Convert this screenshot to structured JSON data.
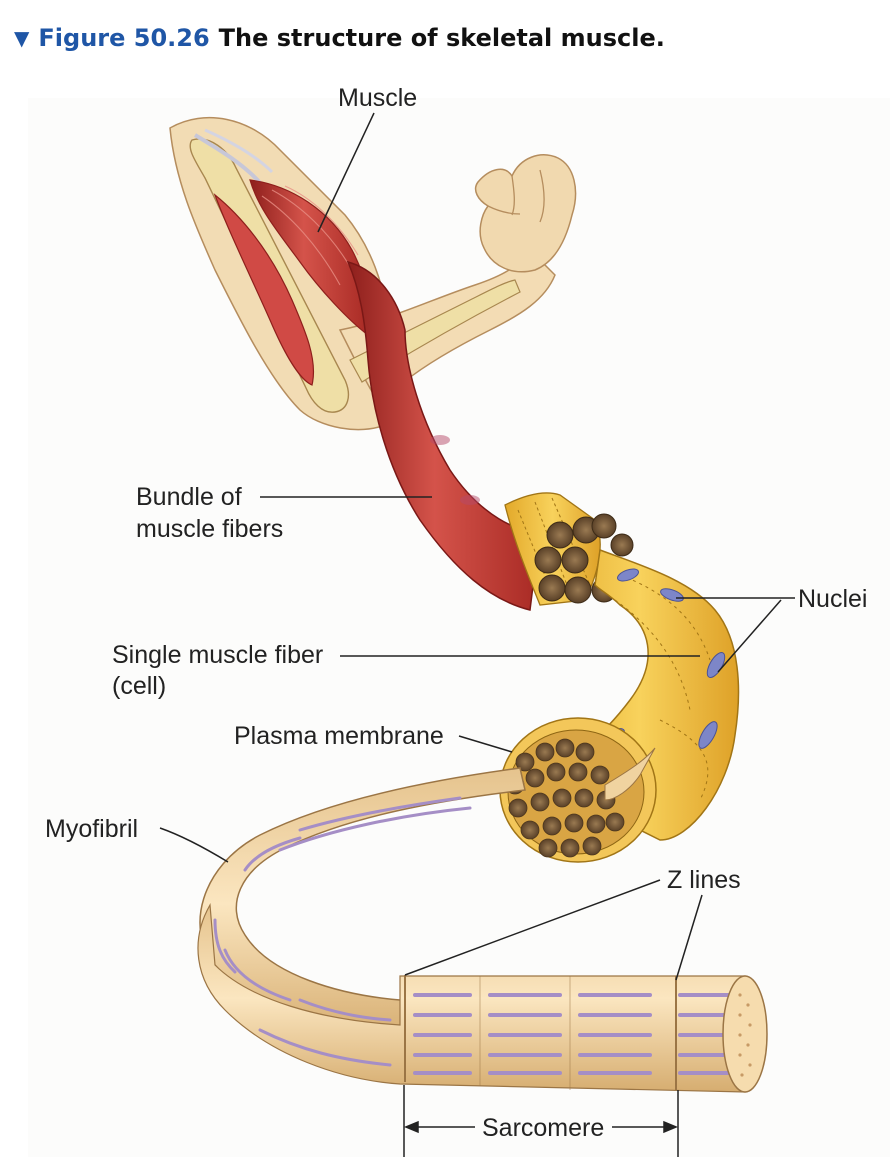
{
  "caption": {
    "marker": "▼",
    "figure_number": "Figure 50.26",
    "title": "The structure of skeletal muscle."
  },
  "labels": {
    "muscle": "Muscle",
    "bundle_line1": "Bundle of",
    "bundle_line2": "muscle fibers",
    "nuclei": "Nuclei",
    "single_fiber_line1": "Single muscle fiber",
    "single_fiber_line2": "(cell)",
    "plasma_membrane": "Plasma membrane",
    "myofibril": "Myofibril",
    "z_lines": "Z lines",
    "sarcomere": "Sarcomere"
  },
  "colors": {
    "caption_blue": "#1f56a6",
    "skin": "#f3ddb6",
    "skin_outline": "#b58d5e",
    "bone": "#eedca0",
    "muscle_red": "#c9413a",
    "muscle_dark": "#98231f",
    "fiber_yellow": "#efbd3c",
    "fibril_tan": "#f5d9a6",
    "band_purple": "#a58ec6",
    "nucleus_blue": "#7d86c8",
    "leader_line": "#222222"
  }
}
